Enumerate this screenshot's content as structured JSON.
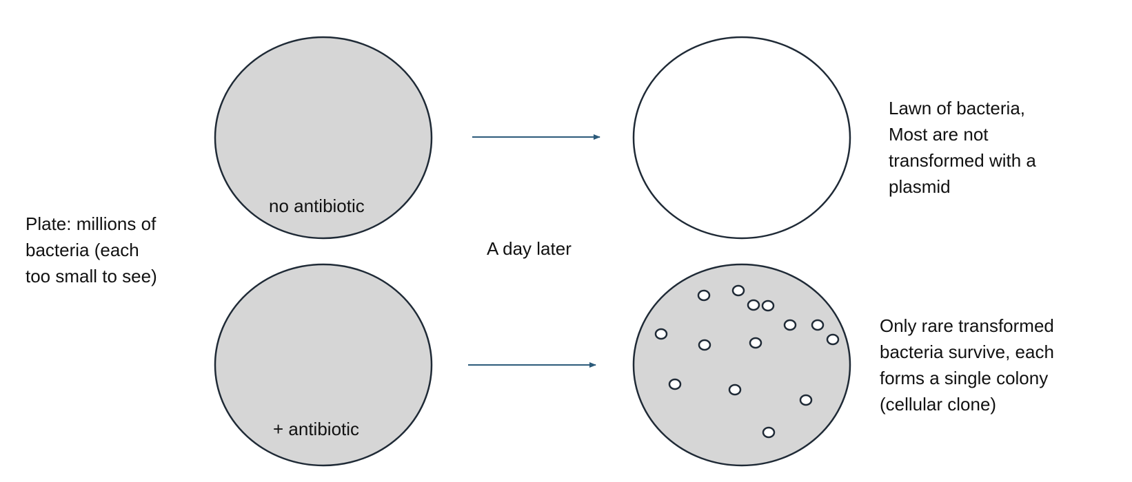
{
  "left_caption": "Plate: millions of\nbacteria (each\ntoo small to see)",
  "middle_caption": "A day later",
  "plates": {
    "no_antibiotic_label": "no antibiotic",
    "antibiotic_label": "+ antibiotic"
  },
  "results": {
    "lawn_text": "Lawn of bacteria,\nMost are not\ntransformed with a\nplasmid",
    "colonies_text": "Only rare transformed\nbacteria survive, each\nforms a single colony\n(cellular clone)"
  },
  "colors": {
    "plate_fill": "#d6d6d6",
    "plate_stroke": "#1f2a36",
    "arrow": "#2b5a7a",
    "colony_fill": "#ffffff"
  }
}
